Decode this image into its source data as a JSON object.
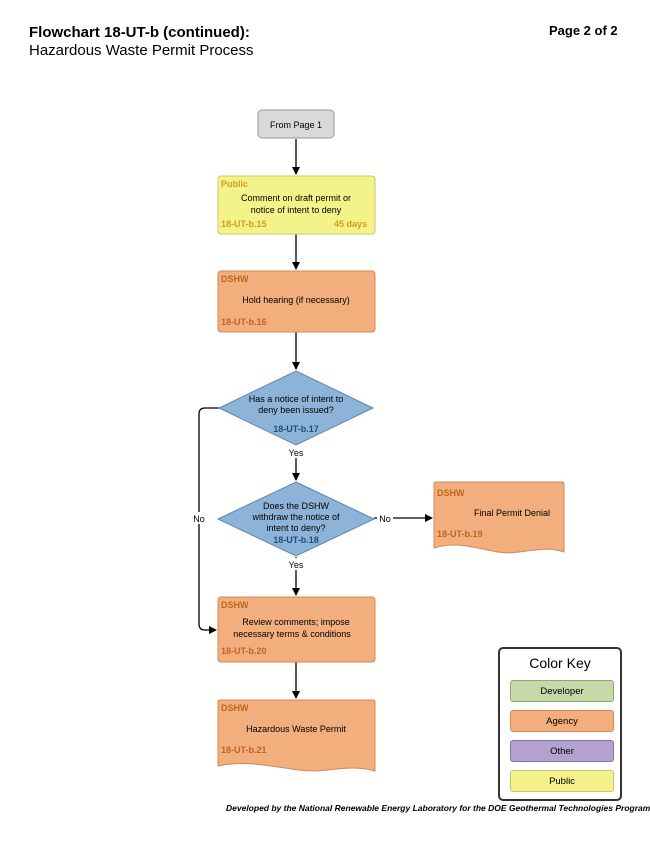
{
  "header": {
    "title": "Flowchart 18-UT-b (continued):",
    "subtitle": "Hazardous Waste Permit Process",
    "page": "Page 2 of 2"
  },
  "footer": "Developed by the National Renewable Energy Laboratory for the DOE Geothermal Technologies Program",
  "colors": {
    "developer": "#c6d9a8",
    "agency": "#f2ae7c",
    "other": "#b3a1cf",
    "public": "#f3f38a",
    "start": "#d9d9d9",
    "decision": "#8db3d9",
    "id_agency": "#c0651f",
    "id_public": "#d69a1b",
    "id_decision": "#1f4e79"
  },
  "flowchart": {
    "start": {
      "label": "From Page 1"
    },
    "comment": {
      "role": "Public",
      "text_line1": "Comment on draft permit or",
      "text_line2": "notice of intent to deny",
      "id": "18-UT-b.15",
      "duration": "45 days"
    },
    "hearing": {
      "role": "DSHW",
      "text": "Hold hearing (if necessary)",
      "id": "18-UT-b.16"
    },
    "decision1": {
      "text_line1": "Has a notice of intent to",
      "text_line2": "deny been issued?",
      "id": "18-UT-b.17"
    },
    "decision2": {
      "text_line1": "Does the DSHW",
      "text_line2": "withdraw the notice of",
      "text_line3": "intent to deny?",
      "id": "18-UT-b.18"
    },
    "denial": {
      "role": "DSHW",
      "text": "Final Permit Denial",
      "id": "18-UT-b.19"
    },
    "review": {
      "role": "DSHW",
      "text_line1": "Review comments; impose",
      "text_line2": "necessary terms & conditions",
      "id": "18-UT-b.20"
    },
    "permit": {
      "role": "DSHW",
      "text": "Hazardous Waste Permit",
      "id": "18-UT-b.21"
    },
    "labels": {
      "yes1": "Yes",
      "yes2": "Yes",
      "no1": "No",
      "no2": "No"
    }
  },
  "color_key": {
    "title": "Color Key",
    "items": [
      "Developer",
      "Agency",
      "Other",
      "Public"
    ]
  }
}
